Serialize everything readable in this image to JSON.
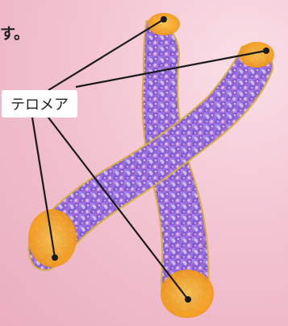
{
  "caption_fragment": "す。",
  "label": "テロメア",
  "colors": {
    "background": "#f3c4d2",
    "chromosome_body": "#8e6fd6",
    "telomere": "#f7a51e",
    "pointer_line": "#1a1a1a"
  },
  "telomere_count": 4
}
